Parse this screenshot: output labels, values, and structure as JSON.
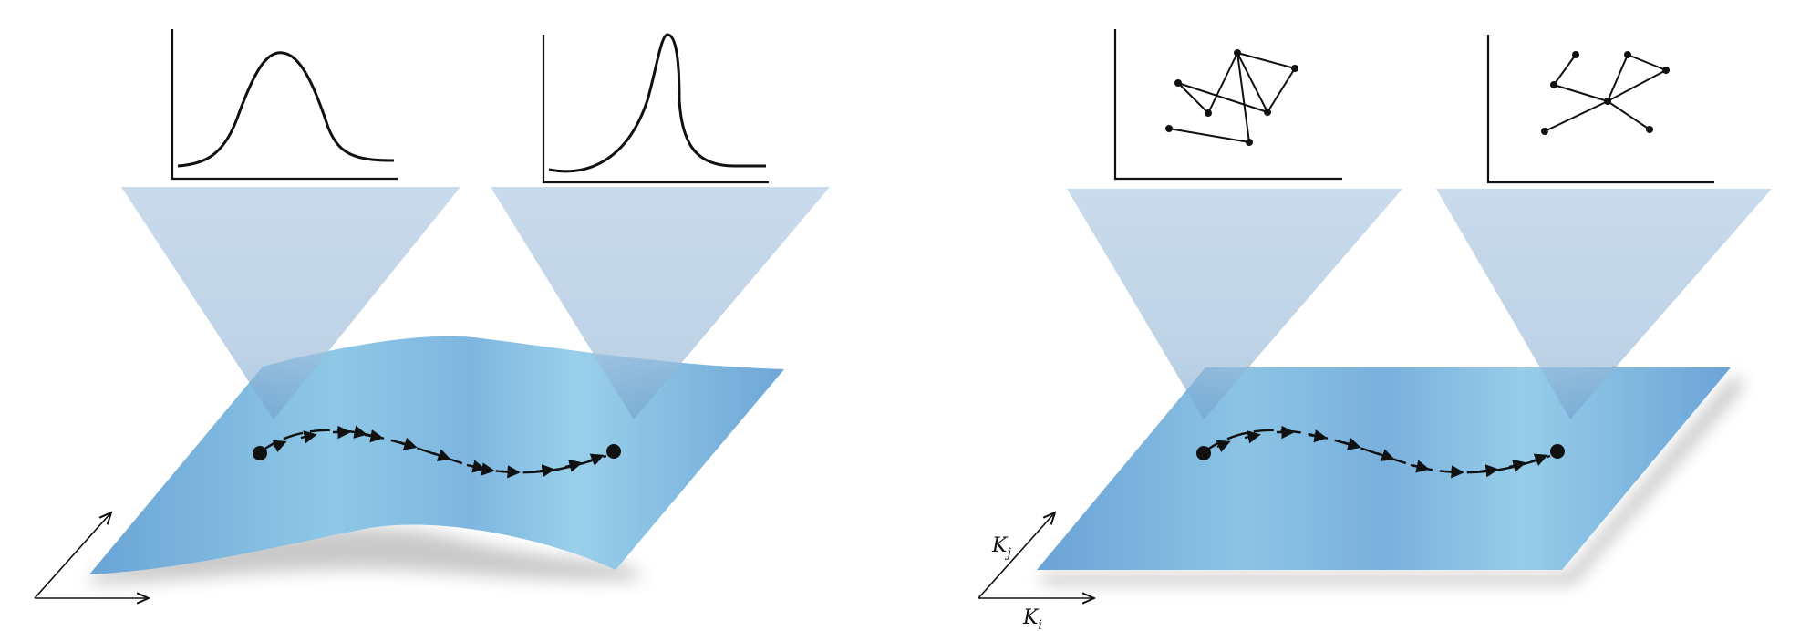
{
  "axes": {
    "right_panel": {
      "x_label": "K",
      "x_subscript": "i",
      "y_label": "K",
      "y_subscript": "j"
    }
  },
  "colors": {
    "manifold": "#7fb5de",
    "manifold_light": "#8fc6e4",
    "beam": "#a9c5df",
    "ink": "#111111",
    "background": "#ffffff"
  },
  "panels": [
    {
      "name": "curved-statistical-manifold",
      "insets": [
        "broad-bell-curve",
        "narrow-peaked-curve"
      ]
    },
    {
      "name": "flat-kernel-space",
      "insets": [
        "network-graph-a",
        "network-graph-b"
      ]
    }
  ]
}
